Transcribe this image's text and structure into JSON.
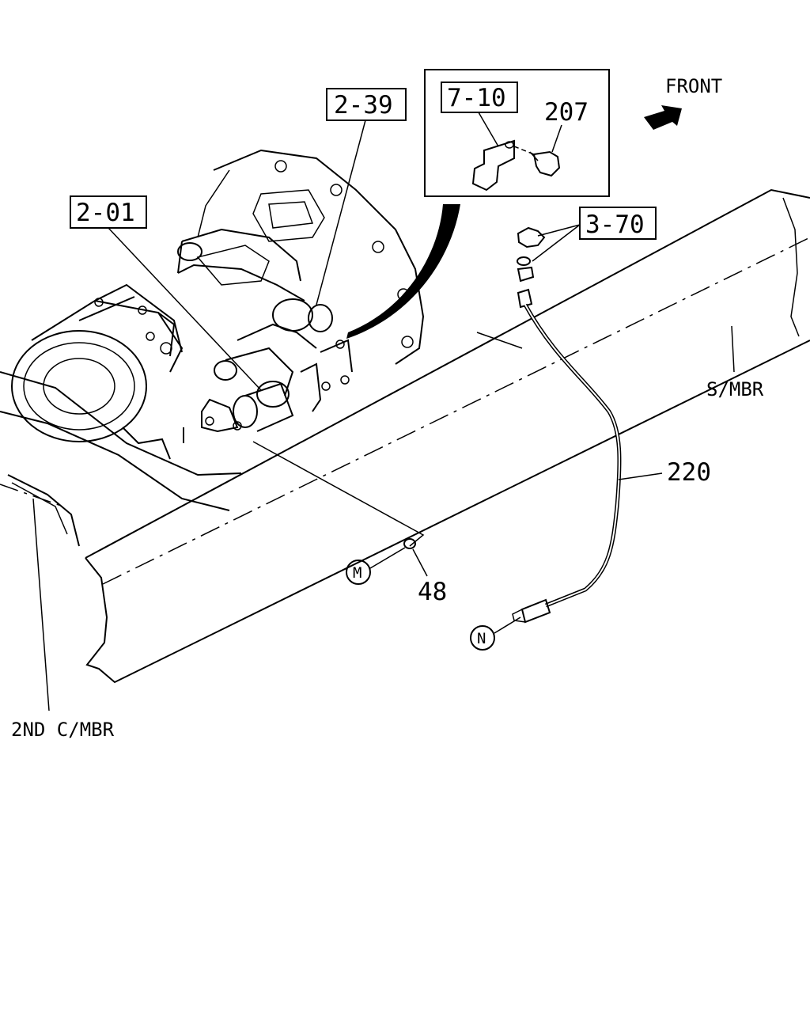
{
  "labels": {
    "front": "FRONT",
    "ref_2_39": "2-39",
    "ref_2_01": "2-01",
    "ref_7_10": "7-10",
    "ref_3_70": "3-70",
    "part_207": "207",
    "part_220": "220",
    "part_48": "48",
    "side_member": "S/MBR",
    "cross_member": "2ND C/MBR",
    "callout_m": "M",
    "callout_n": "N"
  }
}
